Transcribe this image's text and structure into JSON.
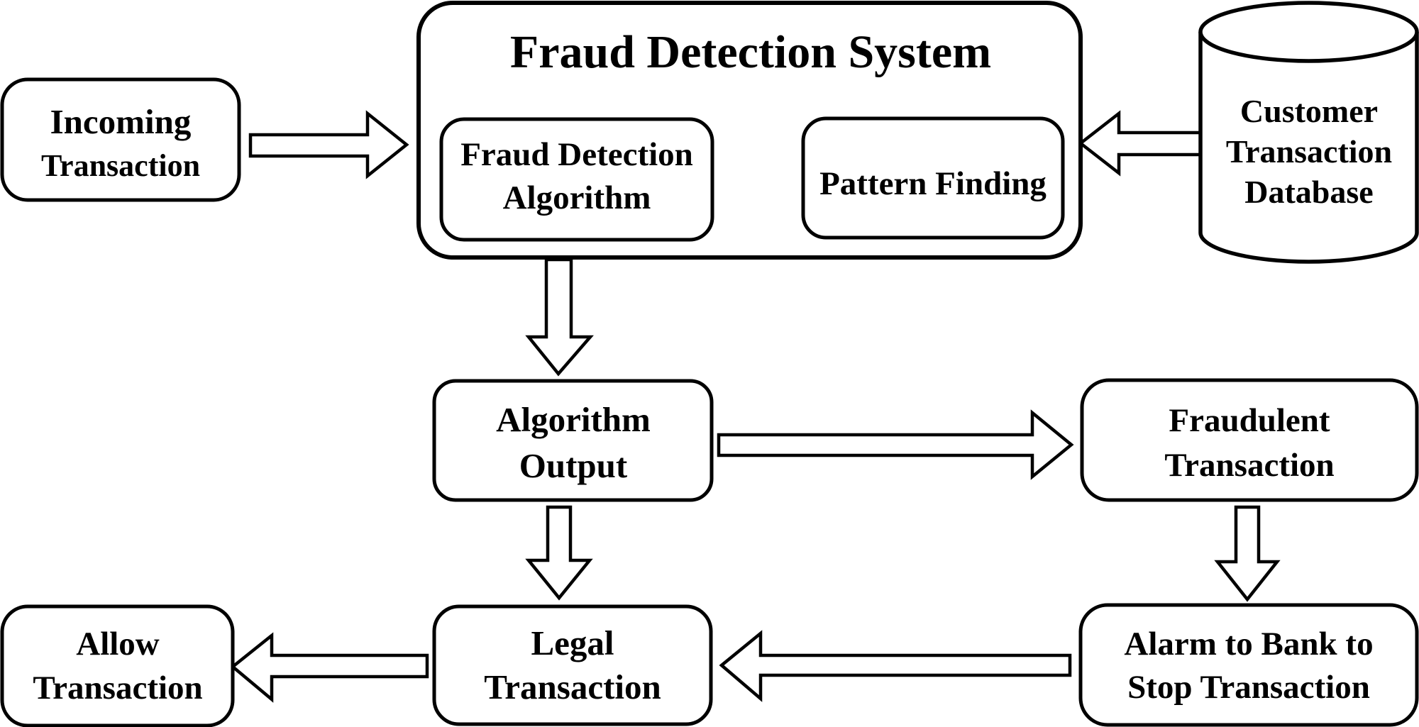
{
  "diagram": {
    "title": "Fraud Detection System",
    "colors": {
      "background": "#ffffff",
      "line": "#000000",
      "shape_fill": "#ffffff",
      "text": "#000000"
    },
    "nodes": {
      "incoming_transaction": {
        "type": "rounded-box",
        "lines": [
          "Incoming",
          "Transaction"
        ]
      },
      "fraud_detection_system": {
        "type": "container-box",
        "label": "Fraud Detection System"
      },
      "fraud_detection_algorithm": {
        "type": "rounded-box",
        "lines": [
          "Fraud Detection",
          "Algorithm"
        ]
      },
      "pattern_finding": {
        "type": "rounded-box",
        "lines": [
          "Pattern Finding"
        ]
      },
      "customer_transaction_database": {
        "type": "database-cylinder",
        "lines": [
          "Customer",
          "Transaction",
          "Database"
        ]
      },
      "algorithm_output": {
        "type": "rounded-box",
        "lines": [
          "Algorithm",
          "Output"
        ]
      },
      "fraudulent_transaction": {
        "type": "rounded-box",
        "lines": [
          "Fraudulent",
          "Transaction"
        ]
      },
      "legal_transaction": {
        "type": "rounded-box",
        "lines": [
          "Legal",
          "Transaction"
        ]
      },
      "allow_transaction": {
        "type": "rounded-box",
        "lines": [
          "Allow",
          "Transaction"
        ]
      },
      "alarm_to_bank": {
        "type": "rounded-box",
        "lines": [
          "Alarm to Bank to",
          "Stop Transaction"
        ]
      }
    },
    "edges": [
      {
        "from": "incoming_transaction",
        "to": "fraud_detection_system",
        "direction": "right"
      },
      {
        "from": "customer_transaction_database",
        "to": "fraud_detection_system",
        "direction": "left"
      },
      {
        "from": "fraud_detection_system",
        "to": "algorithm_output",
        "direction": "down"
      },
      {
        "from": "algorithm_output",
        "to": "fraudulent_transaction",
        "direction": "right"
      },
      {
        "from": "algorithm_output",
        "to": "legal_transaction",
        "direction": "down"
      },
      {
        "from": "fraudulent_transaction",
        "to": "alarm_to_bank",
        "direction": "down"
      },
      {
        "from": "alarm_to_bank",
        "to": "legal_transaction",
        "direction": "left"
      },
      {
        "from": "legal_transaction",
        "to": "allow_transaction",
        "direction": "left"
      }
    ]
  }
}
